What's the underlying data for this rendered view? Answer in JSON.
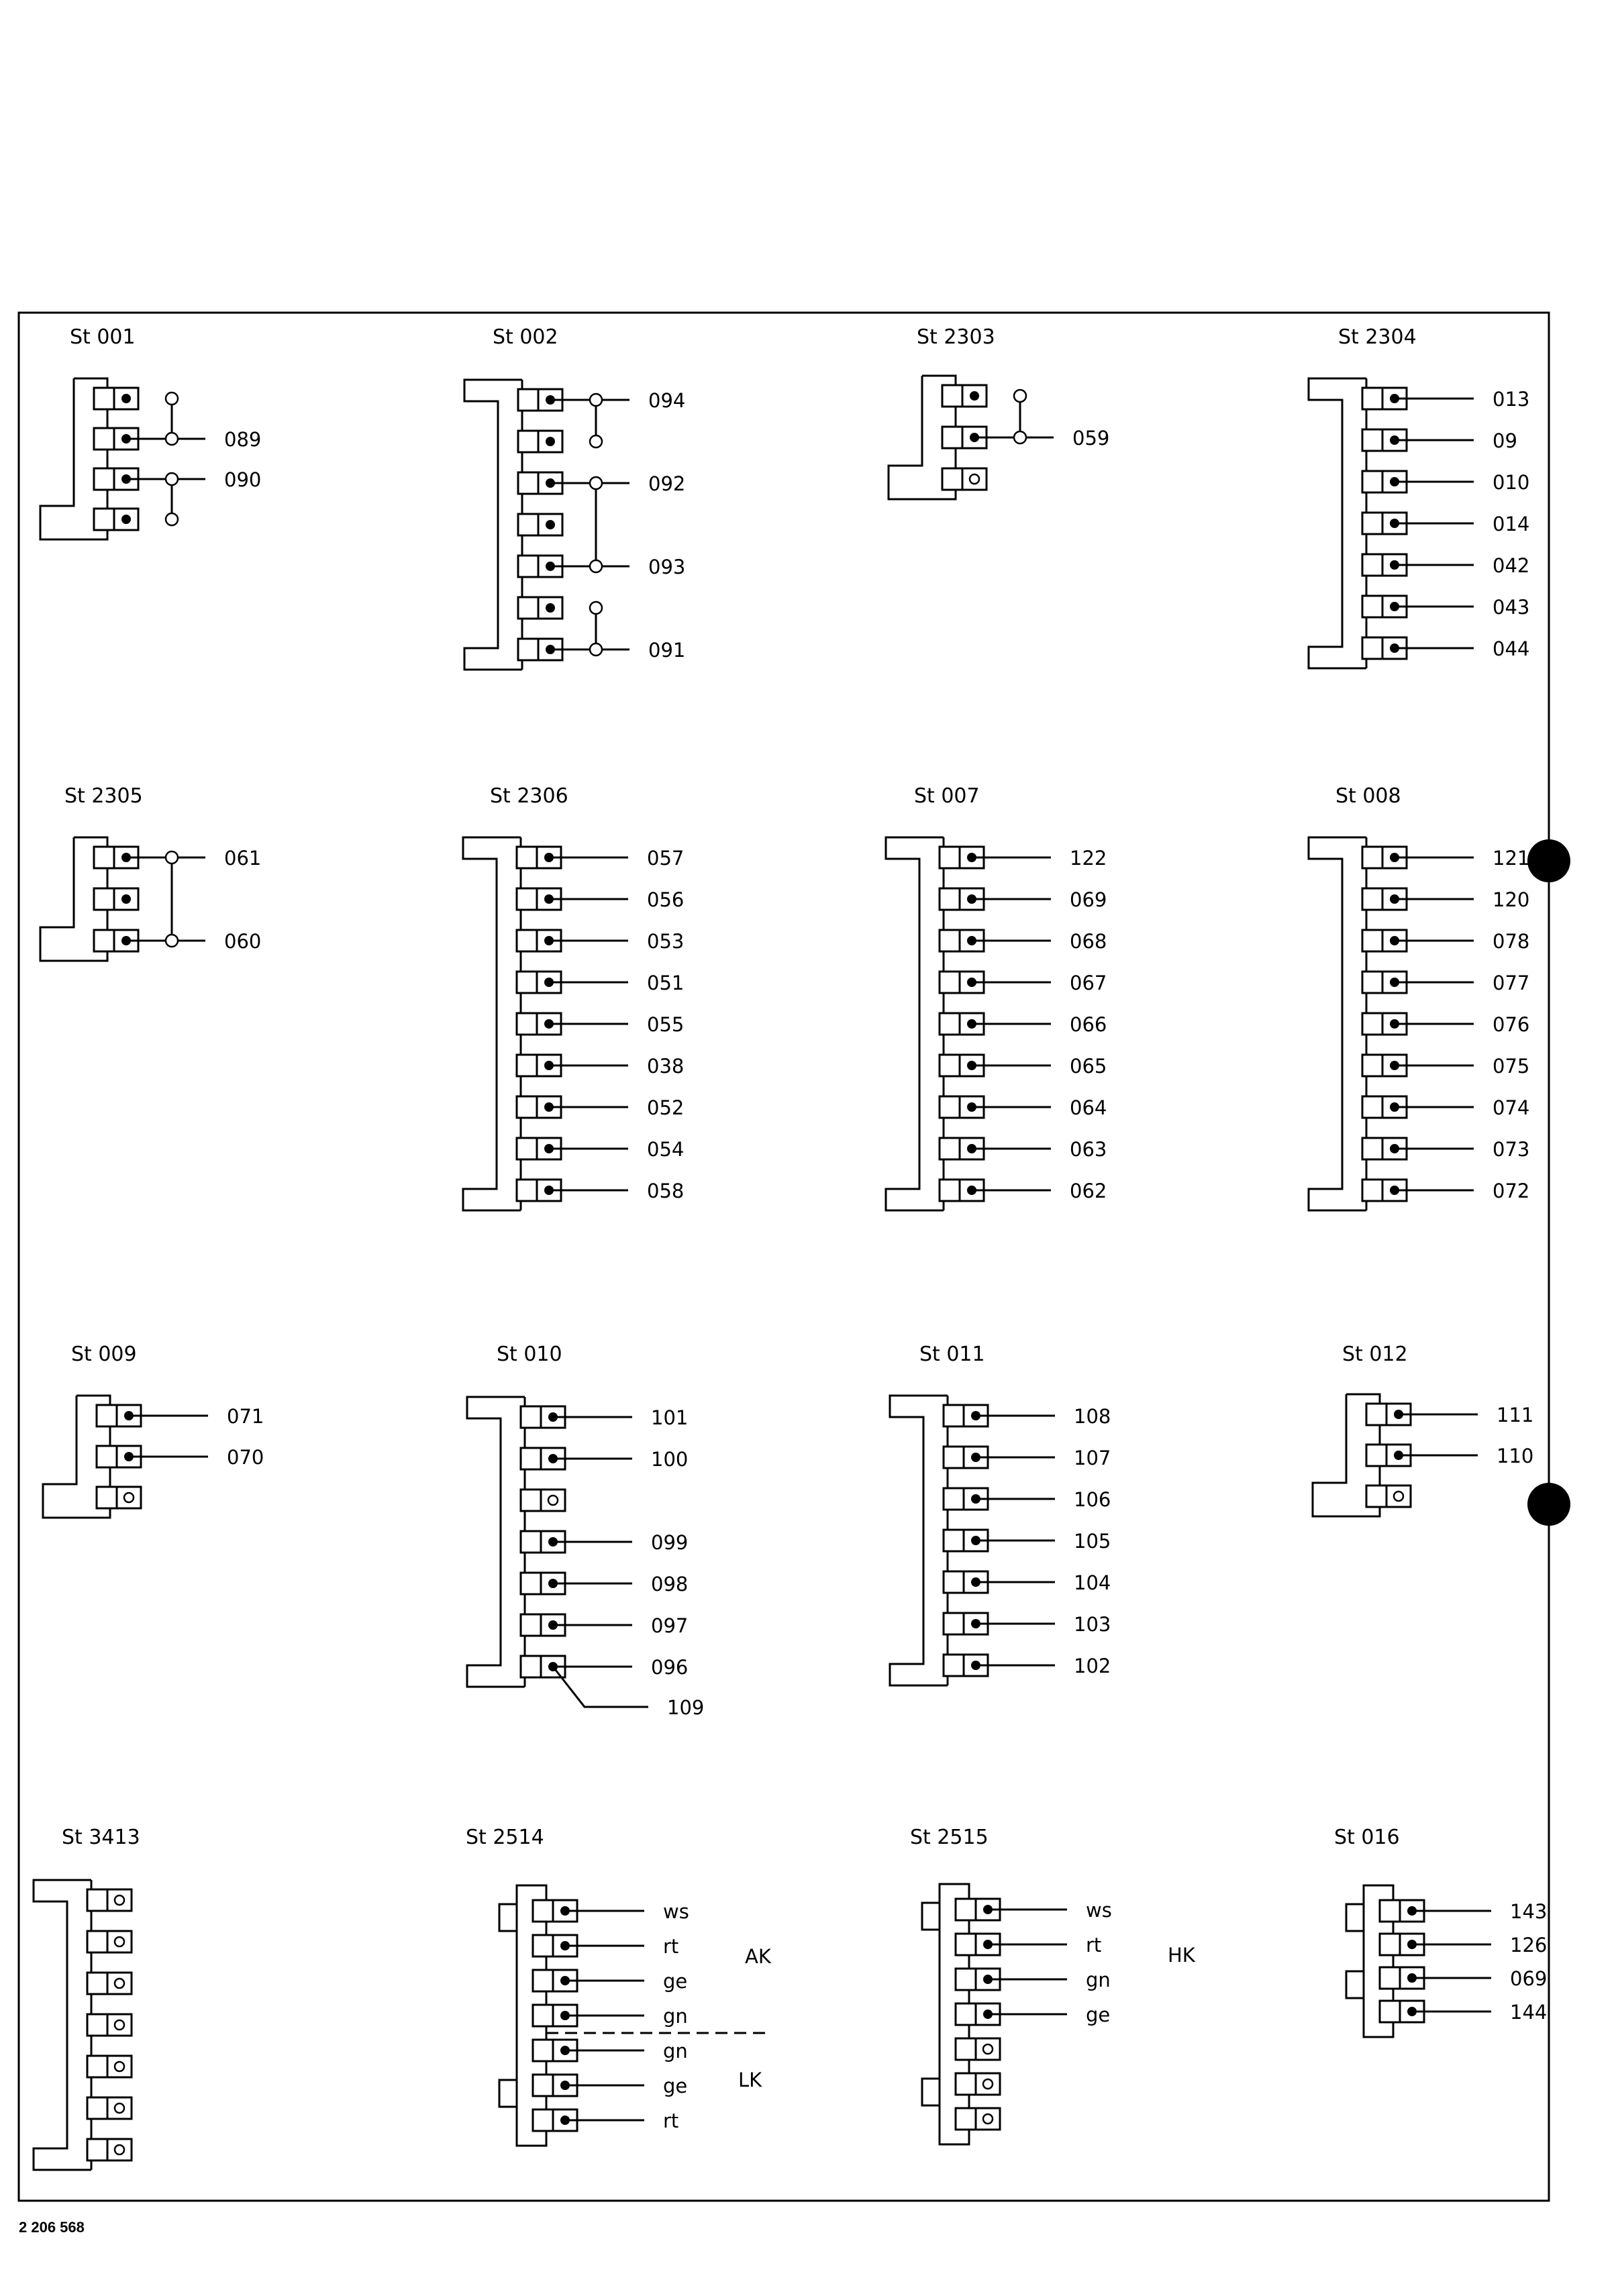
{
  "document_number": "2 206 568",
  "connectors": [
    {
      "title": "St 001",
      "style": "L",
      "pins": [
        {
          "dot": true,
          "net": ""
        },
        {
          "dot": true,
          "net": "089"
        },
        {
          "dot": true,
          "net": "090"
        },
        {
          "dot": true,
          "net": ""
        }
      ]
    },
    {
      "title": "St 002",
      "style": "long",
      "pins": [
        {
          "dot": true,
          "net": "094"
        },
        {
          "dot": true,
          "net": ""
        },
        {
          "dot": true,
          "net": "092"
        },
        {
          "dot": true,
          "net": ""
        },
        {
          "dot": true,
          "net": "093"
        },
        {
          "dot": true,
          "net": ""
        },
        {
          "dot": true,
          "net": "091"
        }
      ]
    },
    {
      "title": "St 2303",
      "style": "L",
      "pins": [
        {
          "dot": true,
          "net": ""
        },
        {
          "dot": true,
          "net": "059"
        },
        {
          "dot": false,
          "net": ""
        }
      ]
    },
    {
      "title": "St 2304",
      "style": "long",
      "pins": [
        {
          "dot": true,
          "net": "013"
        },
        {
          "dot": true,
          "net": "09"
        },
        {
          "dot": true,
          "net": "010"
        },
        {
          "dot": true,
          "net": "014"
        },
        {
          "dot": true,
          "net": "042"
        },
        {
          "dot": true,
          "net": "043"
        },
        {
          "dot": true,
          "net": "044"
        }
      ]
    },
    {
      "title": "St 2305",
      "style": "L",
      "pins": [
        {
          "dot": true,
          "net": "061"
        },
        {
          "dot": true,
          "net": ""
        },
        {
          "dot": true,
          "net": "060"
        }
      ]
    },
    {
      "title": "St 2306",
      "style": "long",
      "pins": [
        {
          "dot": true,
          "net": "057"
        },
        {
          "dot": true,
          "net": "056"
        },
        {
          "dot": true,
          "net": "053"
        },
        {
          "dot": true,
          "net": "051"
        },
        {
          "dot": true,
          "net": "055"
        },
        {
          "dot": true,
          "net": "038"
        },
        {
          "dot": true,
          "net": "052"
        },
        {
          "dot": true,
          "net": "054"
        },
        {
          "dot": true,
          "net": "058"
        }
      ]
    },
    {
      "title": "St 007",
      "style": "long",
      "pins": [
        {
          "dot": true,
          "net": "122"
        },
        {
          "dot": true,
          "net": "069"
        },
        {
          "dot": true,
          "net": "068"
        },
        {
          "dot": true,
          "net": "067"
        },
        {
          "dot": true,
          "net": "066"
        },
        {
          "dot": true,
          "net": "065"
        },
        {
          "dot": true,
          "net": "064"
        },
        {
          "dot": true,
          "net": "063"
        },
        {
          "dot": true,
          "net": "062"
        }
      ]
    },
    {
      "title": "St 008",
      "style": "long",
      "pins": [
        {
          "dot": true,
          "net": "121"
        },
        {
          "dot": true,
          "net": "120"
        },
        {
          "dot": true,
          "net": "078"
        },
        {
          "dot": true,
          "net": "077"
        },
        {
          "dot": true,
          "net": "076"
        },
        {
          "dot": true,
          "net": "075"
        },
        {
          "dot": true,
          "net": "074"
        },
        {
          "dot": true,
          "net": "073"
        },
        {
          "dot": true,
          "net": "072"
        }
      ]
    },
    {
      "title": "St 009",
      "style": "L",
      "pins": [
        {
          "dot": true,
          "net": "071"
        },
        {
          "dot": true,
          "net": "070"
        },
        {
          "dot": false,
          "net": ""
        }
      ]
    },
    {
      "title": "St 010",
      "style": "long",
      "pins": [
        {
          "dot": true,
          "net": "101"
        },
        {
          "dot": true,
          "net": "100"
        },
        {
          "dot": false,
          "net": ""
        },
        {
          "dot": true,
          "net": "099"
        },
        {
          "dot": true,
          "net": "098"
        },
        {
          "dot": true,
          "net": "097"
        },
        {
          "dot": true,
          "net": "096"
        }
      ],
      "extra_net": "109"
    },
    {
      "title": "St 011",
      "style": "long",
      "pins": [
        {
          "dot": true,
          "net": "108"
        },
        {
          "dot": true,
          "net": "107"
        },
        {
          "dot": true,
          "net": "106"
        },
        {
          "dot": true,
          "net": "105"
        },
        {
          "dot": true,
          "net": "104"
        },
        {
          "dot": true,
          "net": "103"
        },
        {
          "dot": true,
          "net": "102"
        }
      ]
    },
    {
      "title": "St 012",
      "style": "L",
      "pins": [
        {
          "dot": true,
          "net": "111"
        },
        {
          "dot": true,
          "net": "110"
        },
        {
          "dot": false,
          "net": ""
        }
      ]
    },
    {
      "title": "St 3413",
      "style": "long",
      "pins": [
        {
          "dot": false,
          "net": ""
        },
        {
          "dot": false,
          "net": ""
        },
        {
          "dot": false,
          "net": ""
        },
        {
          "dot": false,
          "net": ""
        },
        {
          "dot": false,
          "net": ""
        },
        {
          "dot": false,
          "net": ""
        },
        {
          "dot": false,
          "net": ""
        }
      ]
    },
    {
      "title": "St 2514",
      "style": "tab",
      "pins": [
        {
          "dot": true,
          "net": "ws"
        },
        {
          "dot": true,
          "net": "rt"
        },
        {
          "dot": true,
          "net": "ge"
        },
        {
          "dot": true,
          "net": "gn"
        },
        {
          "dot": true,
          "net": "gn"
        },
        {
          "dot": true,
          "net": "ge"
        },
        {
          "dot": true,
          "net": "rt"
        }
      ],
      "group_labels": [
        "AK",
        "LK"
      ]
    },
    {
      "title": "St 2515",
      "style": "tab",
      "pins": [
        {
          "dot": true,
          "net": "ws"
        },
        {
          "dot": true,
          "net": "rt"
        },
        {
          "dot": true,
          "net": "gn"
        },
        {
          "dot": true,
          "net": "ge"
        },
        {
          "dot": false,
          "net": ""
        },
        {
          "dot": false,
          "net": ""
        },
        {
          "dot": false,
          "net": ""
        }
      ],
      "group_labels": [
        "HK"
      ]
    },
    {
      "title": "St 016",
      "style": "tab",
      "pins": [
        {
          "dot": true,
          "net": "143"
        },
        {
          "dot": true,
          "net": "126"
        },
        {
          "dot": true,
          "net": "069"
        },
        {
          "dot": true,
          "net": "144"
        }
      ]
    }
  ]
}
